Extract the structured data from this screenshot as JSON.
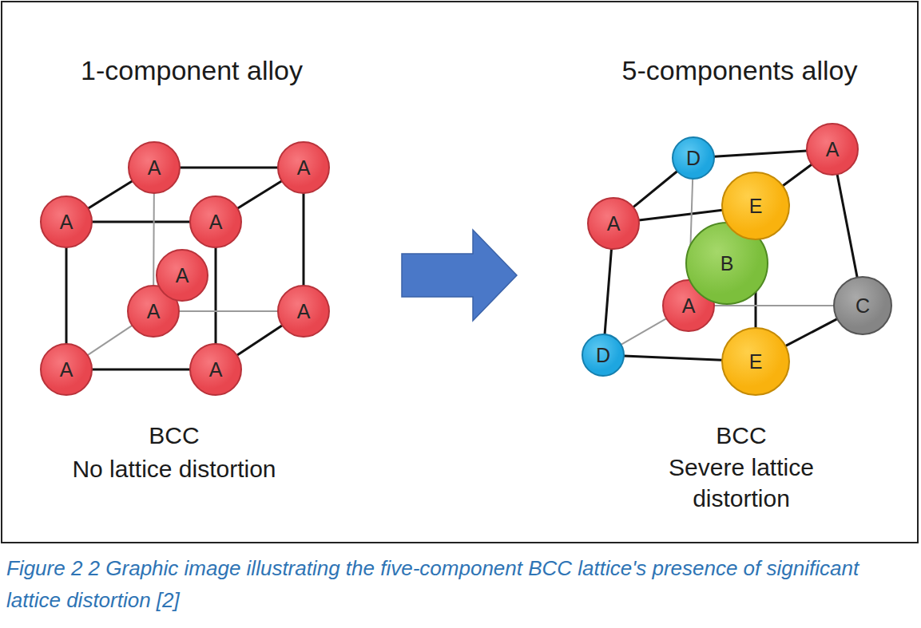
{
  "diagram": {
    "caption": "Figure 2 2 Graphic image illustrating the five-component BCC lattice's presence of significant lattice distortion [2]",
    "nodes": [
      {
        "text": [
          "A"
        ]
      },
      {
        "text": [
          "A"
        ]
      },
      {
        "text": [
          "A"
        ]
      },
      {
        "text": [
          "A"
        ]
      },
      {
        "text": [
          "A"
        ]
      },
      {
        "text": [
          "A"
        ]
      },
      {
        "text": [
          "A"
        ]
      },
      {
        "text": [
          "A"
        ]
      },
      {
        "text": [
          "A"
        ]
      },
      {
        "text": [
          "D"
        ]
      },
      {
        "text": [
          "A"
        ]
      },
      {
        "text": [
          "E"
        ]
      },
      {
        "text": [
          "A"
        ]
      },
      {
        "text": [
          "B"
        ]
      },
      {
        "text": [
          "A"
        ]
      },
      {
        "text": [
          "C"
        ]
      },
      {
        "text": [
          "D"
        ]
      },
      {
        "text": [
          "E"
        ]
      }
    ],
    "edges": [
      {
        "from": 2,
        "to": 3,
        "arrow": "none"
      },
      {
        "from": 3,
        "to": 8,
        "arrow": "none"
      },
      {
        "from": 8,
        "to": 7,
        "arrow": "none"
      },
      {
        "from": 7,
        "to": 2,
        "arrow": "none"
      },
      {
        "from": 0,
        "to": 1,
        "arrow": "none"
      },
      {
        "from": 0,
        "to": 2,
        "arrow": "none"
      },
      {
        "from": 1,
        "to": 3,
        "arrow": "none"
      },
      {
        "from": 1,
        "to": 6,
        "arrow": "none"
      },
      {
        "from": 6,
        "to": 8,
        "arrow": "none"
      },
      {
        "from": 0,
        "to": 5,
        "arrow": "none"
      },
      {
        "from": 5,
        "to": 6,
        "arrow": "none"
      },
      {
        "from": 5,
        "to": 7,
        "arrow": "none"
      },
      {
        "from": 12,
        "to": 11,
        "arrow": "none"
      },
      {
        "from": 11,
        "to": 17,
        "arrow": "none"
      },
      {
        "from": 17,
        "to": 16,
        "arrow": "none"
      },
      {
        "from": 16,
        "to": 12,
        "arrow": "none"
      },
      {
        "from": 9,
        "to": 10,
        "arrow": "none"
      },
      {
        "from": 9,
        "to": 12,
        "arrow": "none"
      },
      {
        "from": 10,
        "to": 11,
        "arrow": "none"
      },
      {
        "from": 10,
        "to": 15,
        "arrow": "none"
      },
      {
        "from": 15,
        "to": 17,
        "arrow": "none"
      },
      {
        "from": 9,
        "to": 14,
        "arrow": "none"
      },
      {
        "from": 14,
        "to": 15,
        "arrow": "none"
      },
      {
        "from": 14,
        "to": 16,
        "arrow": "none"
      }
    ],
    "labels": [
      "1-component alloy",
      "5-components alloy",
      "BCC",
      "No lattice distortion",
      "BCC",
      "Severe lattice distortion"
    ]
  }
}
